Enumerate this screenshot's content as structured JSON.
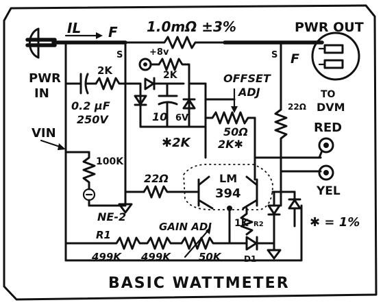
{
  "diagram": {
    "title": "BASIC WATTMETER",
    "labels": {
      "current_IL": "IL",
      "fuse_left": "F",
      "fuse_right": "F",
      "shunt_resistor": "1.0mΩ ±3%",
      "pwr_out": "PWR OUT",
      "pwr_in_line1": "PWR",
      "pwr_in_line2": "IN",
      "s_left": "S",
      "s_right": "S",
      "plus_8v": "+8v",
      "r_2k_upper": "2K",
      "r_2k_left": "2K",
      "cap_02": "0.2 µF",
      "cap_250v": "250V",
      "cap_10": "10",
      "cap_6v": "6V",
      "offset_adj_line1": "OFFSET",
      "offset_adj_line2": "ADJ",
      "r_22_vertical": "22Ω",
      "to_dvm_line1": "TO",
      "to_dvm_line2": "DVM",
      "red": "RED",
      "yel": "YEL",
      "vin": "VIN",
      "r_100k": "100K",
      "r_star_2k": "✱2K",
      "r_50": "50Ω",
      "r_2k_star": "2K✱",
      "r_22_mid": "22Ω",
      "lm_line1": "LM",
      "lm_line2": "394",
      "ne2": "NE-2",
      "gain_adj": "GAIN ADJ",
      "r_1k": "1K",
      "r2": "R2",
      "r1": "R1",
      "r_499k_a": "499K",
      "r_499k_b": "499K",
      "r_50k": "50K",
      "d1": "D1",
      "legend_star": "✱ = 1%"
    }
  }
}
